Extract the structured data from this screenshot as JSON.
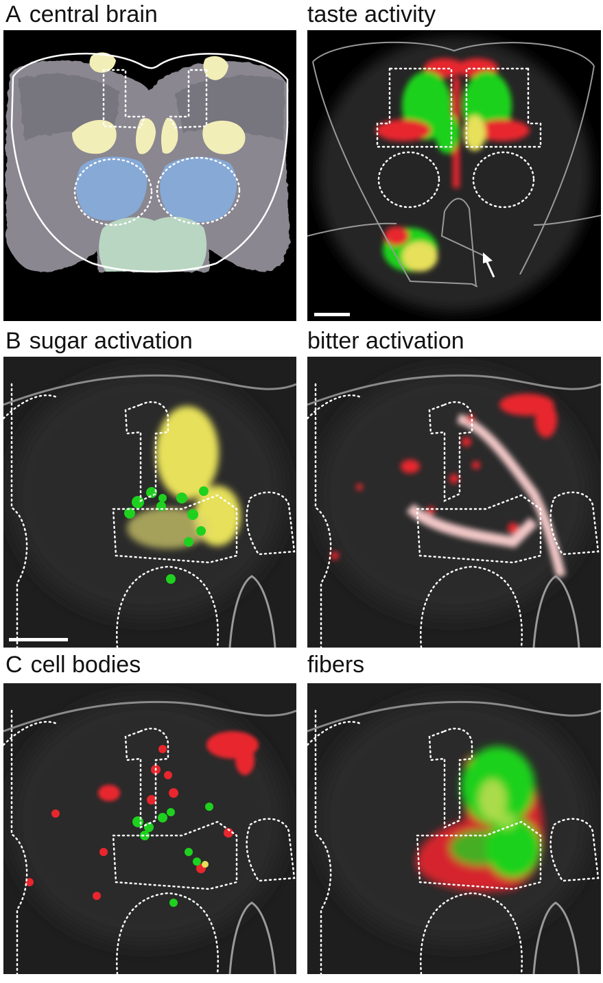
{
  "figure": {
    "panel_A": {
      "letter": "A",
      "left_title": "central brain",
      "right_title": "taste activity"
    },
    "panel_B": {
      "letter": "B",
      "left_title": "sugar activation",
      "right_title": "bitter activation"
    },
    "panel_C": {
      "letter": "C",
      "left_title": "cell bodies",
      "right_title": "fibers"
    }
  },
  "colors": {
    "background": "#000000",
    "brain_gray": "#8a8790",
    "mushroom_body_yellow": "#f2eeb8",
    "antennal_lobe_blue": "#86a9d6",
    "seg_green": "#b9d6c2",
    "signal_red": "#e8262d",
    "signal_green": "#1fd11f",
    "signal_yellow": "#e6e05a",
    "signal_pink": "#f2c8c8",
    "outline_white": "#ffffff",
    "outline_gray": "#9a9a9a"
  },
  "icons": {
    "arrow": "arrow-icon",
    "scale_bar": "scale-bar-icon"
  }
}
